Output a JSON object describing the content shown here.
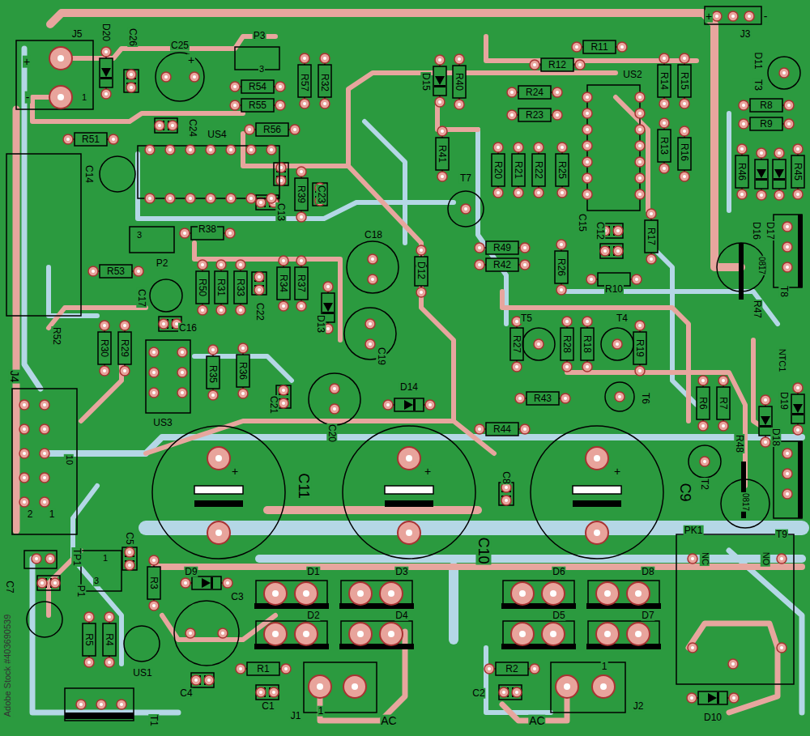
{
  "diagram": {
    "labels": [
      "J5",
      "+",
      "-",
      "1",
      "D20",
      "C26",
      "C25",
      "P3",
      "3",
      "R54",
      "R55",
      "R57",
      "R32",
      "D15",
      "R40",
      "R11",
      "R12",
      "US2",
      "R24",
      "R23",
      "R14",
      "R15",
      "R13",
      "R16",
      "+",
      "J3",
      "-",
      "D11",
      "T3",
      "R8",
      "R9",
      "R46",
      "R45",
      "D16",
      "D17",
      "0817",
      "T8",
      "R47",
      "R51",
      "C24",
      "US4",
      "R56",
      "C14",
      "C13",
      "R39",
      "C23",
      "R41",
      "T7",
      "R20",
      "R21",
      "R22",
      "R25",
      "C15",
      "C12",
      "R17",
      "R49",
      "R42",
      "R26",
      "R10",
      "3",
      "R38",
      "P2",
      "R53",
      "C17",
      "R50",
      "R31",
      "R33",
      "C22",
      "R34",
      "R37",
      "C18",
      "D12",
      "D13",
      "C19",
      "C16",
      "R30",
      "R29",
      "R52",
      "R35",
      "R36",
      "US3",
      "C21",
      "C20",
      "D14",
      "T5",
      "R27",
      "R28",
      "R18",
      "T4",
      "R19",
      "R43",
      "T6",
      "R44",
      "NTC1",
      "D19",
      "R6",
      "R7",
      "D18",
      "R48",
      "T2",
      "0817",
      "T9",
      "PK1",
      "NC",
      "NO",
      "J4",
      "10",
      "2",
      "1",
      "C11",
      "C8",
      "C9",
      "C10",
      "TP1",
      "P1",
      "1",
      "3",
      "C5",
      "R3",
      "D9",
      "C3",
      "R5",
      "R4",
      "US1",
      "C4",
      "R1",
      "C1",
      "T1",
      "J1",
      "1",
      "AC",
      "D1",
      "D3",
      "D2",
      "D4",
      "D6",
      "D8",
      "D5",
      "D7",
      "AC",
      "R2",
      "C2",
      "1",
      "J2",
      "D10",
      "C7",
      "Adobe Stock #403690539",
      "+",
      "+",
      "+",
      "+"
    ]
  }
}
